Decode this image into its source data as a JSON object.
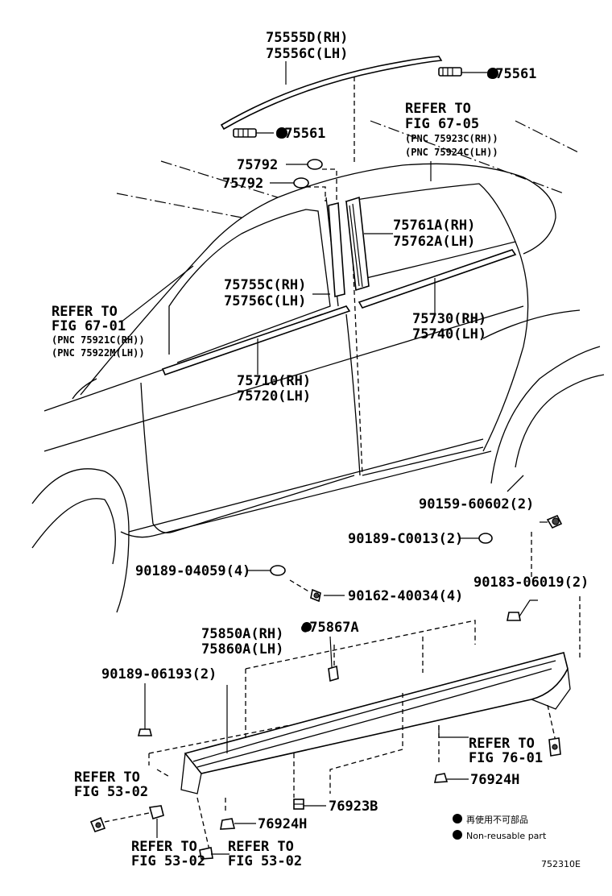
{
  "labels": {
    "roof_drip_rh": "75555D(RH)",
    "roof_drip_lh": "75556C(LH)",
    "clip_75561_top": "●75561",
    "clip_75561_mid": "●75561",
    "refer_67_05_a": "REFER TO",
    "refer_67_05_b": "FIG 67-05",
    "pnc_75923c": "(PNC 75923C(RH))",
    "pnc_75924c": "(PNC 75924C(LH))",
    "clip_75792_a": "75792",
    "clip_75792_b": "75792",
    "garnish_75761a": "75761A(RH)",
    "garnish_75762a": "75762A(LH)",
    "garnish_75755c": "75755C(RH)",
    "garnish_75756c": "75756C(LH)",
    "refer_67_01_a": "REFER TO",
    "refer_67_01_b": "FIG 67-01",
    "pnc_75921c": "(PNC 75921C(RH))",
    "pnc_75922m": "(PNC 75922M(LH))",
    "moulding_75730": "75730(RH)",
    "moulding_75740": "75740(LH)",
    "moulding_75710": "75710(RH)",
    "moulding_75720": "75720(LH)",
    "screw_90159": "90159-60602(2)",
    "clip_90189_c0013": "90189-C0013(2)",
    "clip_90189_04059": "90189-04059(4)",
    "screw_90162": "90162-40034(4)",
    "clip_90183": "90183-06019(2)",
    "rocker_75850a": "75850A(RH)",
    "rocker_75860a": "75860A(LH)",
    "clip_75867a": "●75867A",
    "clip_90189_06193": "90189-06193(2)",
    "refer_76_01_a": "REFER TO",
    "refer_76_01_b": "FIG 76-01",
    "refer_53_02_left_a": "REFER TO",
    "refer_53_02_left_b": "FIG 53-02",
    "clip_76924h_right": "76924H",
    "clip_76923b": "76923B",
    "clip_76924h_left": "76924H",
    "refer_53_02_bl_a": "REFER TO",
    "refer_53_02_bl_b": "FIG 53-02",
    "refer_53_02_bc_a": "REFER TO",
    "refer_53_02_bc_b": "FIG 53-02",
    "legend_jp": "再使用不可部品",
    "legend_en": "Non-reusable part",
    "figure_code": "752310E"
  }
}
